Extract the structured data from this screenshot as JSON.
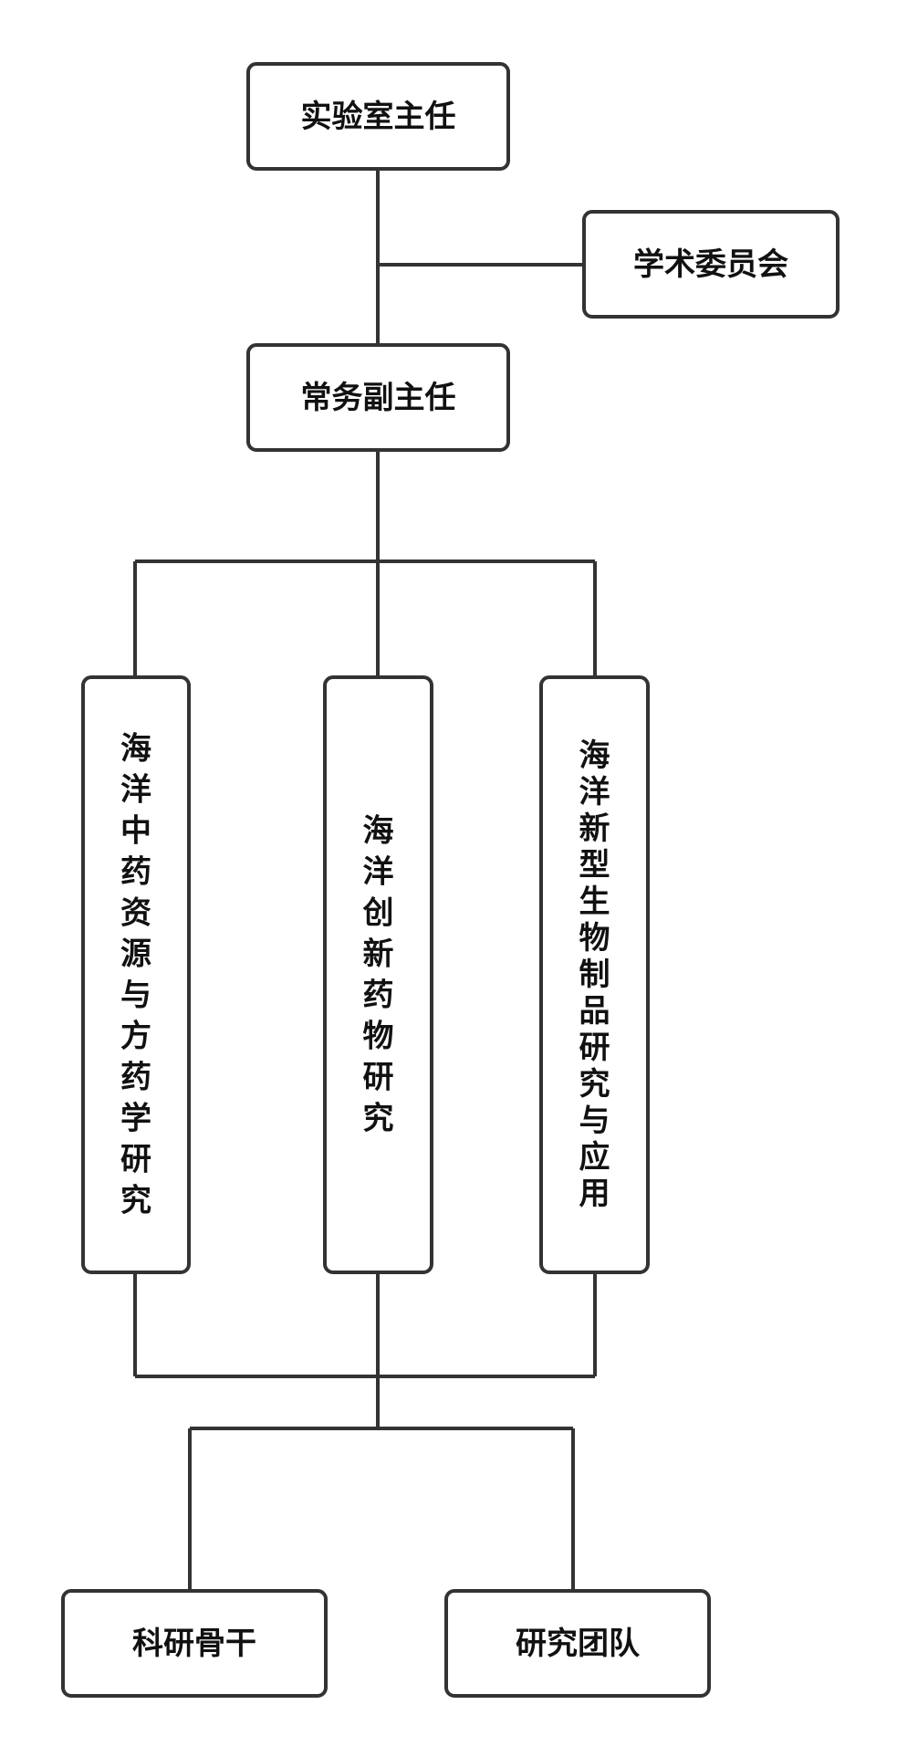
{
  "diagram": {
    "director": "实验室主任",
    "committee": "学术委员会",
    "deputy": "常务副主任",
    "divisions": [
      "海洋中药资源与方药学研究",
      "海洋创新药物研究",
      "海洋新型生物制品研究与应用"
    ],
    "staff": [
      "科研骨干",
      "研究团队"
    ]
  }
}
